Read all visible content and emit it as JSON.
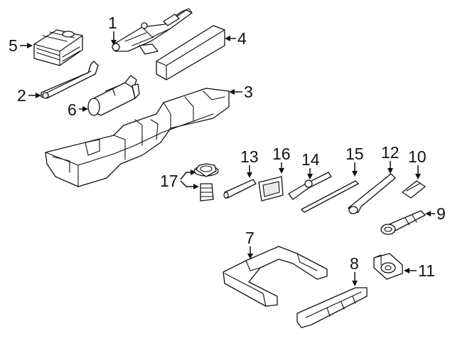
{
  "diagram": {
    "callouts": [
      {
        "id": "1",
        "label": "1"
      },
      {
        "id": "2",
        "label": "2"
      },
      {
        "id": "3",
        "label": "3"
      },
      {
        "id": "4",
        "label": "4"
      },
      {
        "id": "5",
        "label": "5"
      },
      {
        "id": "6",
        "label": "6"
      },
      {
        "id": "7",
        "label": "7"
      },
      {
        "id": "8",
        "label": "8"
      },
      {
        "id": "9",
        "label": "9"
      },
      {
        "id": "10",
        "label": "10"
      },
      {
        "id": "11",
        "label": "11"
      },
      {
        "id": "12",
        "label": "12"
      },
      {
        "id": "13",
        "label": "13"
      },
      {
        "id": "14",
        "label": "14"
      },
      {
        "id": "15",
        "label": "15"
      },
      {
        "id": "16",
        "label": "16"
      },
      {
        "id": "17",
        "label": "17"
      }
    ],
    "colors": {
      "ink": "#111111",
      "background": "#ffffff"
    }
  }
}
